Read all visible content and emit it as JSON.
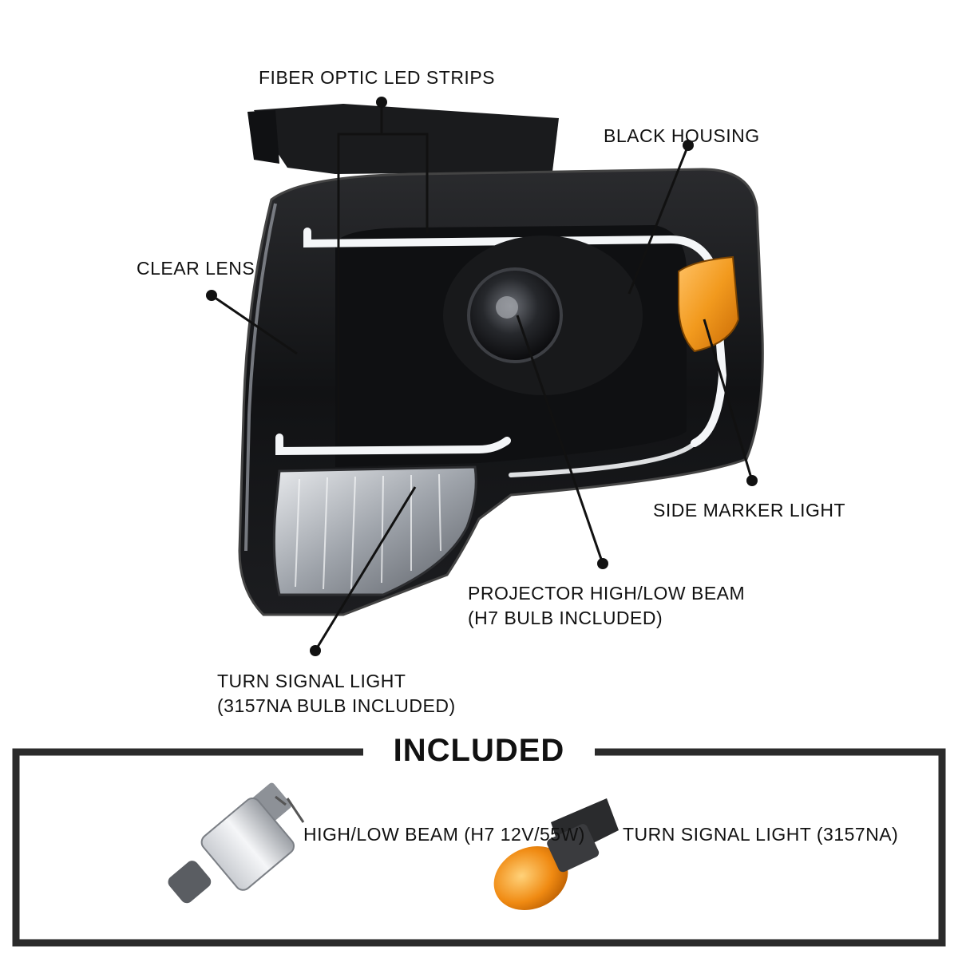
{
  "callouts": {
    "fiber_optic": "FIBER OPTIC LED STRIPS",
    "black_housing": "BLACK HOUSING",
    "clear_lens": "CLEAR LENS",
    "side_marker": "SIDE MARKER LIGHT",
    "projector_line1": "PROJECTOR HIGH/LOW BEAM",
    "projector_line2": "(H7 BULB INCLUDED)",
    "turn_signal_line1": "TURN SIGNAL LIGHT",
    "turn_signal_line2": "(3157NA BULB INCLUDED)"
  },
  "included": {
    "title": "INCLUDED",
    "bulb1_line1": "HIGH/LOW BEAM",
    "bulb1_line2": "(H7 12V/55W)",
    "bulb2_line1": "TURN SIGNAL LIGHT",
    "bulb2_line2": "(3157NA)"
  },
  "colors": {
    "housing": "#141416",
    "amber": "#f29a1e",
    "frame": "#2b2b2b",
    "led_strip": "#f4f6f8"
  }
}
